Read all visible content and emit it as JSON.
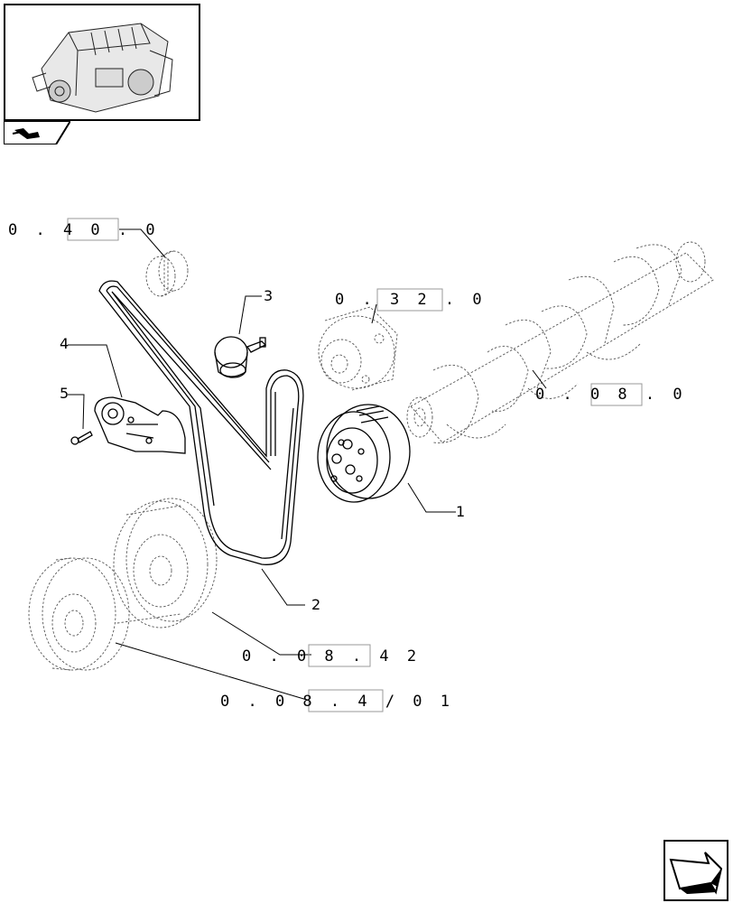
{
  "references": {
    "ref_040": "0 . 4 0 . 0",
    "ref_032": "0 . 3 2 . 0",
    "ref_080": "0 . 0 8 . 0",
    "ref_0842": "0 . 0 8 . 4 2",
    "ref_08401": "0 . 0 8 . 4 / 0 1"
  },
  "callouts": {
    "c1": "1",
    "c2": "2",
    "c3": "3",
    "c4": "4",
    "c5": "5"
  },
  "icons": {
    "engine_thumbnail": "engine-thumbnail-icon",
    "view_tab": "view-tab-icon",
    "next_page": "next-page-arrow-icon"
  }
}
